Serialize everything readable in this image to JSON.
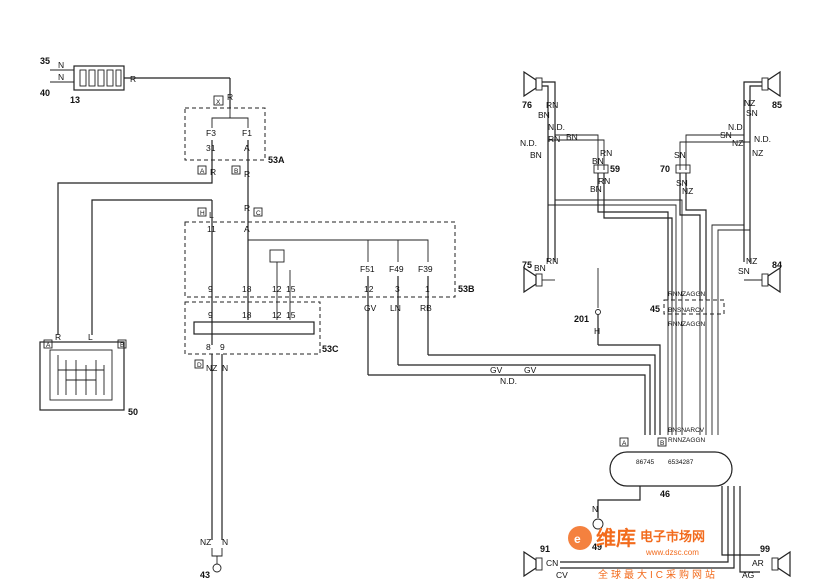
{
  "components": {
    "c13": {
      "num": "13",
      "pin_a": "35",
      "pin_b": "40",
      "w1": "N",
      "w2": "N",
      "out": "R"
    },
    "c53a": {
      "num": "53A",
      "conn_top": "X",
      "f3": "F3",
      "f1": "F1",
      "p31": "31",
      "pa": "A",
      "b1": "A",
      "b2": "B",
      "r1": "R",
      "r2": "R",
      "rtop": "R"
    },
    "c53b": {
      "num": "53B",
      "h": "H",
      "c": "C",
      "p11": "11",
      "pa": "A",
      "r1": "L",
      "r2": "R",
      "f51": "F51",
      "f49": "F49",
      "f39": "F39",
      "p12a": "12",
      "p3a": "3",
      "p1a": "1",
      "p9": "9",
      "p18": "18",
      "p12": "12",
      "p15": "15",
      "gv": "GV",
      "ln": "LN",
      "rb": "RB"
    },
    "c53c": {
      "num": "53C",
      "p9": "9",
      "p18": "18",
      "p12": "12",
      "p15": "15",
      "p8": "8",
      "p9b": "9",
      "d": "D",
      "nz": "NZ",
      "n": "N"
    },
    "c50": {
      "num": "50",
      "a": "A",
      "b": "B",
      "r": "R",
      "l": "L"
    },
    "c43": {
      "num": "43",
      "nz": "NZ",
      "n": "N"
    },
    "c46": {
      "num": "46",
      "a": "A",
      "b": "B",
      "pins_left": "86745",
      "pins_right": "6534287"
    },
    "c45": {
      "num": "45"
    },
    "c201": {
      "num": "201",
      "h": "H"
    },
    "c76": {
      "num": "76",
      "bn": "BN",
      "rn": "RN"
    },
    "c85": {
      "num": "85",
      "nz": "NZ",
      "sn": "SN"
    },
    "c75": {
      "num": "75",
      "bn": "BN",
      "rn": "RN"
    },
    "c84": {
      "num": "84",
      "nz": "NZ",
      "sn": "SN"
    },
    "c59": {
      "num": "59",
      "rn": "RN",
      "bn": "BN"
    },
    "c70": {
      "num": "70",
      "sn": "SN",
      "nz": "NZ"
    },
    "c91": {
      "num": "91",
      "cn": "CN",
      "cv": "CV"
    },
    "c99": {
      "num": "99",
      "ar": "AR",
      "ag": "AG"
    },
    "c49": {
      "num": "49",
      "n": "N"
    }
  },
  "wires": {
    "nd": "N.D.",
    "gv": "GV",
    "bus_a": "BNSNARCV",
    "bus_b": "RNNZAGGN"
  },
  "watermark": {
    "brand": "维库",
    "site": "电子市场网",
    "url": "www.dzsc.com",
    "slogan": "全球最大IC采购网站"
  }
}
